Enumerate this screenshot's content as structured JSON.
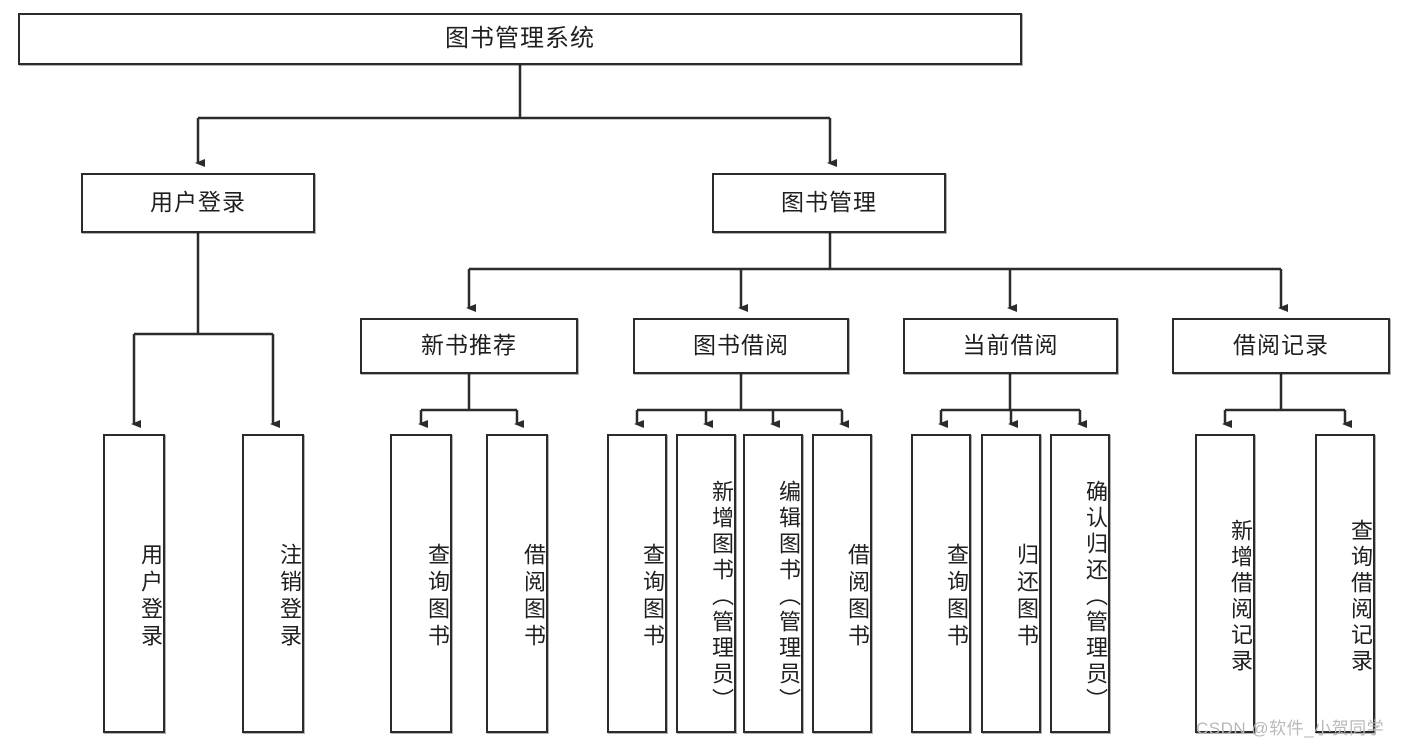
{
  "diagram": {
    "type": "tree",
    "title": "图书管理系统",
    "orientation": "top-down",
    "levels": 4,
    "root": {
      "label": "图书管理系统"
    },
    "level2": [
      {
        "label": "用户登录"
      },
      {
        "label": "图书管理"
      }
    ],
    "level3": [
      {
        "label": "新书推荐"
      },
      {
        "label": "图书借阅"
      },
      {
        "label": "当前借阅"
      },
      {
        "label": "借阅记录"
      }
    ],
    "leaves": {
      "user_login": [
        {
          "label": "用户登录"
        },
        {
          "label": "注销登录"
        }
      ],
      "new_book_recommend": [
        {
          "label": "查询图书"
        },
        {
          "label": "借阅图书"
        }
      ],
      "book_borrow": [
        {
          "label": "查询图书"
        },
        {
          "label": "新增图书（管理员）"
        },
        {
          "label": "编辑图书（管理员）"
        },
        {
          "label": "借阅图书"
        }
      ],
      "current_borrow": [
        {
          "label": "查询图书"
        },
        {
          "label": "归还图书"
        },
        {
          "label": "确认归还（管理员）"
        }
      ],
      "borrow_record": [
        {
          "label": "新增借阅记录"
        },
        {
          "label": "查询借阅记录"
        }
      ]
    }
  },
  "watermark": {
    "text": "CSDN @软件_小贺同学"
  },
  "colors": {
    "stroke": "#2b2b2b",
    "fill": "#ffffff",
    "text": "#1f1f1f",
    "watermark": "#b9b9b9"
  }
}
